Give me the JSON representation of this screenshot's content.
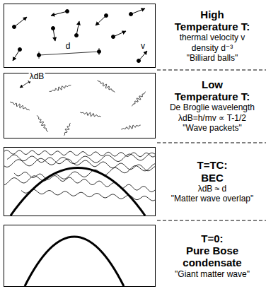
{
  "diagram": {
    "nodes": [
      {
        "text": [
          "High Temperature T:",
          "thermal velocity v",
          "density d⁻³",
          "\"Billiard balls\""
        ]
      },
      {
        "text": [
          "Low Temperature T:",
          "De Broglie wavelength",
          "λdB=h/mv ∝ T-1/2",
          "\"Wave packets\""
        ]
      },
      {
        "text": [
          "T=TC:",
          "BEC",
          "λdB ≈ d",
          "\"Matter wave overlap\""
        ]
      },
      {
        "text": [
          "T=0:",
          "Pure Bose condensate",
          "\"Giant matter wave\""
        ]
      }
    ],
    "labels": [
      "d",
      "v",
      "λdB"
    ]
  }
}
